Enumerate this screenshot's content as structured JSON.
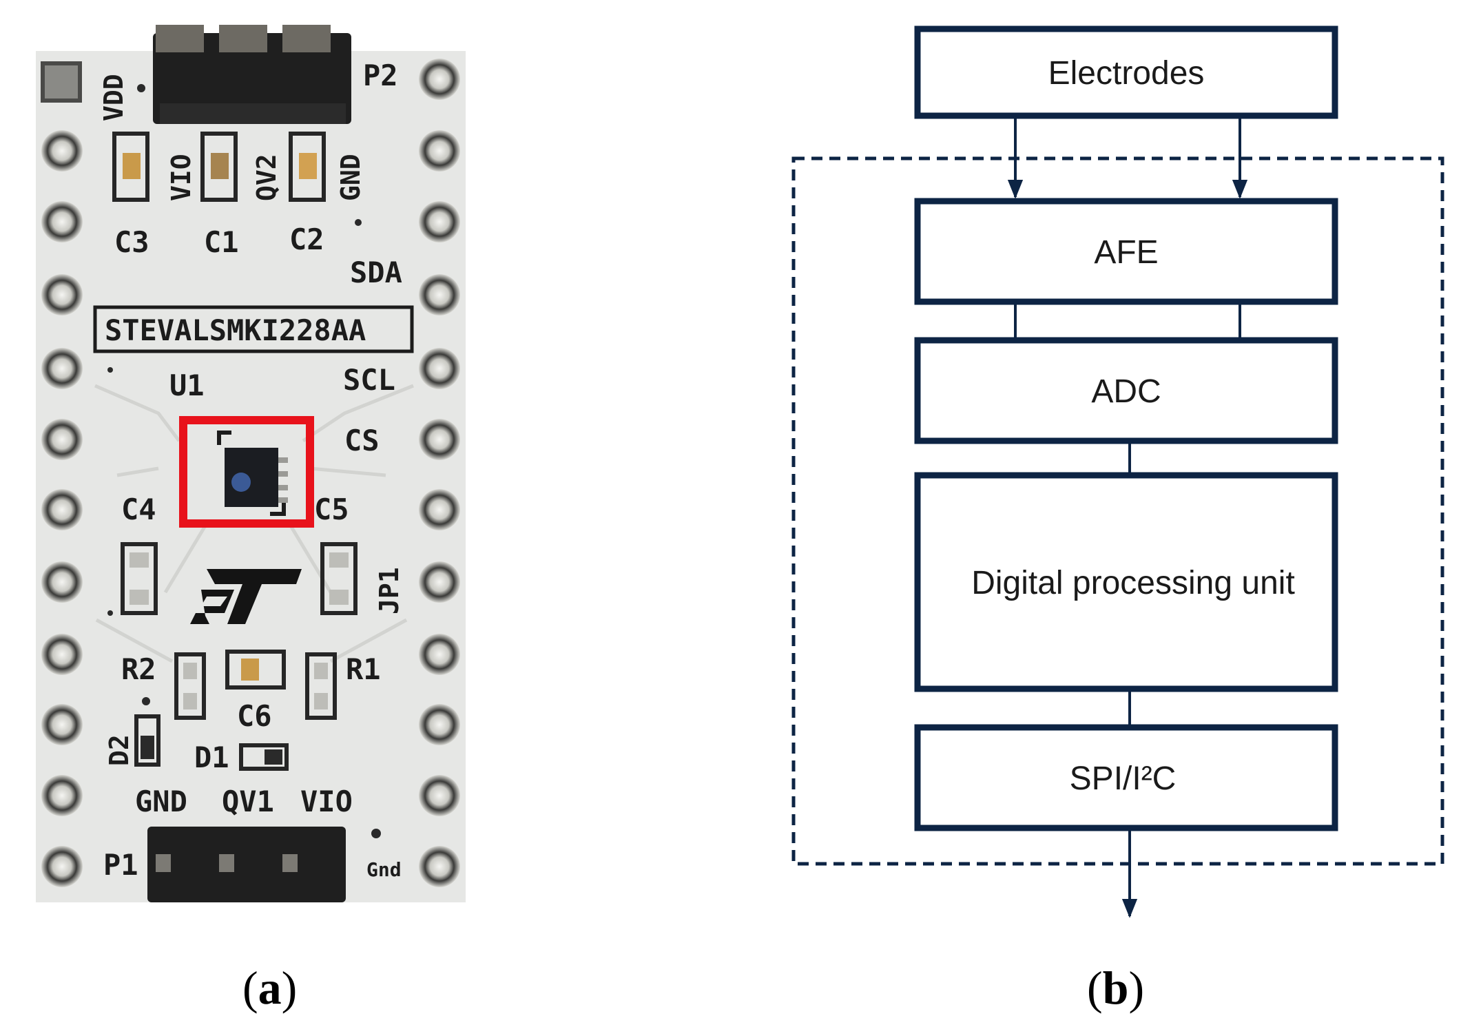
{
  "panel_a": {
    "caption_open": "(",
    "caption_letter": "a",
    "caption_close": ")",
    "board_name": "STEVALSMKI228AA",
    "labels": {
      "vdd": "VDD",
      "p2": "P2",
      "vio_top": "VIO",
      "qv2": "QV2",
      "gnd_top": "GND",
      "c3": "C3",
      "c1": "C1",
      "c2": "C2",
      "sda": "SDA",
      "scl": "SCL",
      "u1": "U1",
      "cs": "CS",
      "c4": "C4",
      "c5": "C5",
      "jp1": "JP1",
      "r2": "R2",
      "r1": "R1",
      "c6": "C6",
      "d2": "D2",
      "d1": "D1",
      "gnd_bottom": "GND",
      "qv1": "QV1",
      "vio_bottom": "VIO",
      "p1": "P1",
      "gnd_small": "Gnd"
    }
  },
  "panel_b": {
    "caption_open": "(",
    "caption_letter": "b",
    "caption_close": ")",
    "blocks": {
      "electrodes": "Electrodes",
      "afe": "AFE",
      "adc": "ADC",
      "dpu": "Digital processing unit",
      "spi_i2c": "SPI/I²C"
    }
  },
  "colors": {
    "block_border": "#0d2444",
    "highlight": "#e8121b",
    "pcb": "#e6e7e5"
  }
}
